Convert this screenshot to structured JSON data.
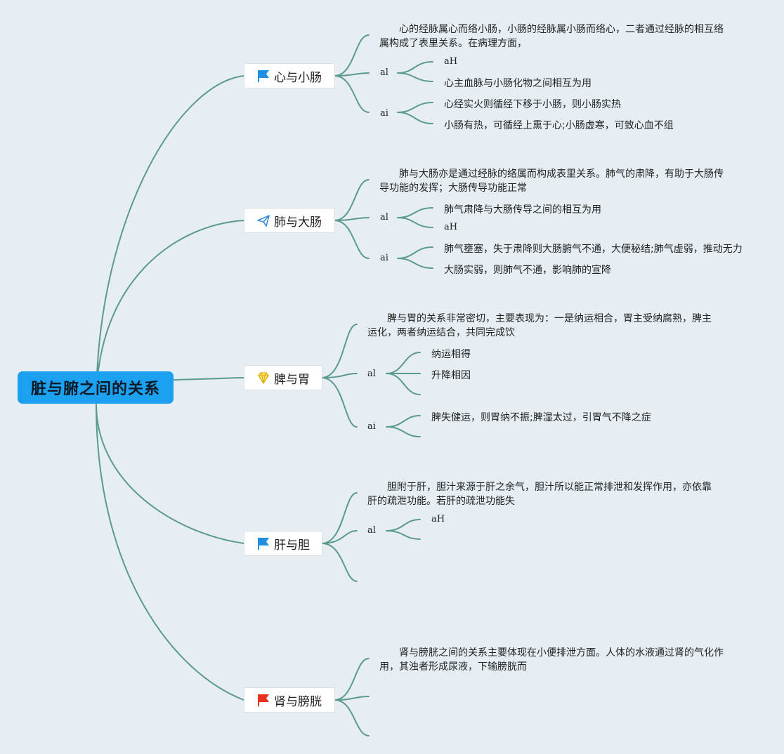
{
  "root": {
    "title": "脏与腑之间的关系"
  },
  "topics": [
    {
      "title": "心与小肠",
      "icon": "blue-flag-icon",
      "paragraph": "心的经脉属心而络小肠，小肠的经脉属小肠而络心，二者通过经脉的相互络属构成了表里关系。在病理方面，",
      "groups": [
        {
          "label": "al",
          "items": [
            "aH",
            "心主血脉与小肠化物之间相互为用"
          ]
        },
        {
          "label": "ai",
          "items": [
            "心经实火则循经下移于小肠，则小肠实热",
            "小肠有热，可循经上熏于心;小肠虚寒，可致心血不组"
          ]
        }
      ]
    },
    {
      "title": "肺与大肠",
      "icon": "paper-plane-icon",
      "paragraph": "肺与大肠亦是通过经脉的络属而构成表里关系。肺气的肃降，有助于大肠传导功能的发挥；大肠传导功能正常",
      "groups": [
        {
          "label": "al",
          "items": [
            "肺气肃降与大肠传导之间的相互为用",
            "aH"
          ]
        },
        {
          "label": "ai",
          "items": [
            "肺气壅塞，失于肃降则大肠腑气不通，大便秘结;肺气虚弱，推动无力",
            "大肠实弱，则肺气不通，影响肺的宣降"
          ]
        }
      ]
    },
    {
      "title": "脾与胃",
      "icon": "diamond-icon",
      "paragraph": "脾与胃的关系非常密切，主要表现为：一是纳运相合，胃主受纳腐熟，脾主运化，两者纳运结合，共同完成饮",
      "groups": [
        {
          "label": "al",
          "items": [
            "纳运相得",
            "升降相因",
            ""
          ]
        },
        {
          "label": "ai",
          "items": [
            "脾失健运，则胃纳不振;脾湿太过，引胃气不降之症",
            ""
          ]
        }
      ]
    },
    {
      "title": "肝与胆",
      "icon": "blue-flag-icon",
      "paragraph": "胆附于肝，胆汁来源于肝之余气，胆汁所以能正常排泄和发挥作用，亦依靠肝的疏泄功能。若肝的疏泄功能失",
      "groups": [
        {
          "label": "al",
          "items": [
            "aH",
            ""
          ]
        }
      ]
    },
    {
      "title": "肾与膀胱",
      "icon": "red-flag-icon",
      "paragraph": "肾与膀胱之间的关系主要体现在小便排泄方面。人体的水液通过肾的气化作用，其浊者形成尿液，下输膀胱而",
      "groups": []
    }
  ],
  "colors": {
    "background": "#e6eef3",
    "root": "#1ba1f0",
    "connector": "#5b9a8e",
    "blue_flag": "#1e8fe1",
    "red_flag": "#e8321e",
    "diamond": "#f5c518",
    "plane": "#3a8fd6"
  }
}
